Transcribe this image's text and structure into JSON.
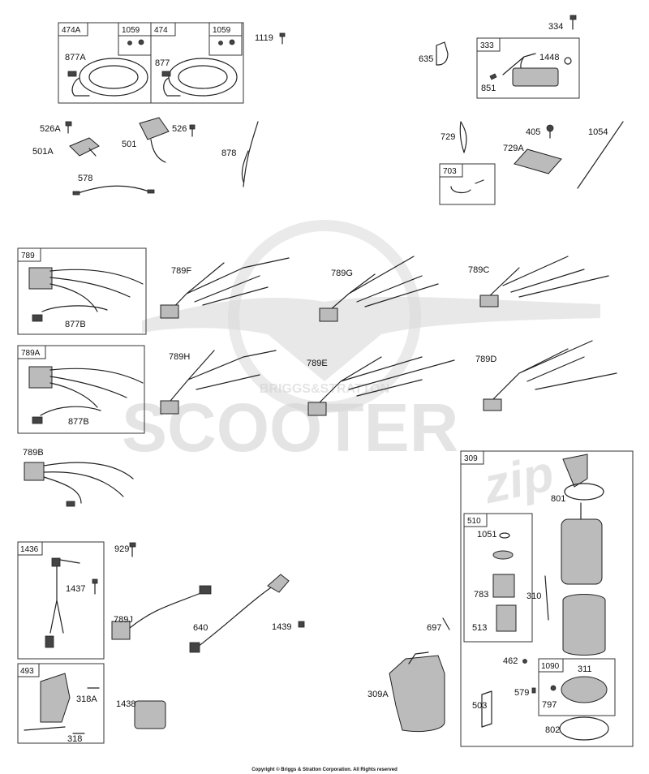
{
  "watermark": {
    "brand": "SCOOTER",
    "script": "zip",
    "ring": "BRIGGS&STRATTON"
  },
  "copyright": "Copyright © Briggs & Stratton Corporation. All Rights reserved",
  "boxes": {
    "b474A": "474A",
    "b1059a": "1059",
    "b474": "474",
    "b1059b": "1059",
    "b333": "333",
    "b703": "703",
    "b789": "789",
    "b789A": "789A",
    "b309": "309",
    "b510": "510",
    "b1436": "1436",
    "b493": "493",
    "b1090": "1090"
  },
  "labels": {
    "l877A": "877A",
    "l877": "877",
    "l1119": "1119",
    "l334": "334",
    "l635": "635",
    "l1448": "1448",
    "l851": "851",
    "l526A": "526A",
    "l501A": "501A",
    "l501": "501",
    "l526": "526",
    "l878": "878",
    "l578": "578",
    "l729": "729",
    "l405": "405",
    "l1054": "1054",
    "l729A": "729A",
    "l789F": "789F",
    "l789G": "789G",
    "l789C": "789C",
    "l877B1": "877B",
    "l789H": "789H",
    "l789E": "789E",
    "l789D": "789D",
    "l877B2": "877B",
    "l789B": "789B",
    "l801": "801",
    "l1051": "1051",
    "l310": "310",
    "l783": "783",
    "l513": "513",
    "l929": "929",
    "l1437": "1437",
    "l789J": "789J",
    "l640": "640",
    "l1439": "1439",
    "l697": "697",
    "l462": "462",
    "l311": "311",
    "l309A": "309A",
    "l579": "579",
    "l797": "797",
    "l503": "503",
    "l318A": "318A",
    "l1438": "1438",
    "l318": "318",
    "l802": "802"
  }
}
